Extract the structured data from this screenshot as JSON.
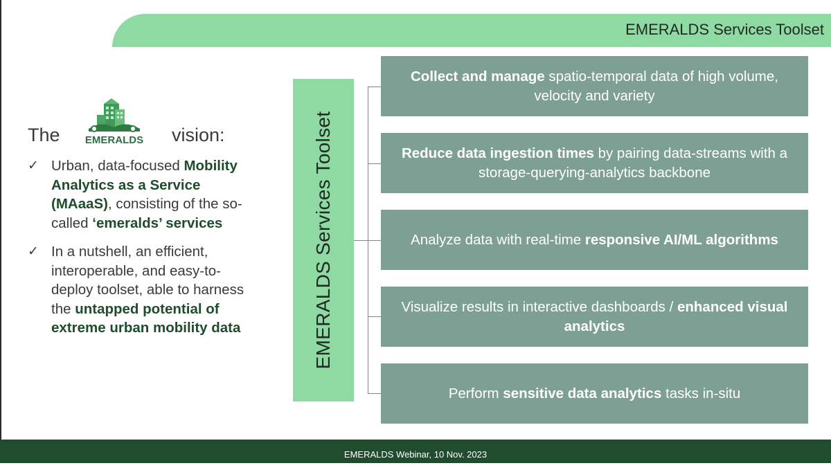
{
  "header": {
    "title": "EMERALDS Services Toolset"
  },
  "logo": {
    "text": "EMERALDS",
    "icon": "emeralds-city-logo"
  },
  "vision": {
    "prefix": "The",
    "suffix": "vision:"
  },
  "bullets": [
    {
      "t1": "Urban, data-focused ",
      "b1": "Mobility Analytics as a Service (MAaaS)",
      "t2": ", consisting of the so-called ",
      "b2": "‘emeralds’ services",
      "t3": ""
    },
    {
      "t1": "In a nutshell, an efficient, interoperable, and easy-to-deploy toolset, able to harness the ",
      "b1": "untapped potential of extreme urban mobility data",
      "t2": "",
      "b2": "",
      "t3": ""
    }
  ],
  "toolset_label": "EMERALDS Services Toolset",
  "services": [
    {
      "b1": "Collect and manage",
      "t1": " spatio-temporal data of high volume, velocity and variety",
      "b2": "",
      "t2": ""
    },
    {
      "b1": "Reduce data ingestion times",
      "t1": " by pairing data-streams with a storage-querying-analytics backbone",
      "b2": "",
      "t2": ""
    },
    {
      "t0": "Analyze data with real-time ",
      "b1": "responsive AI/ML algorithms",
      "t1": "",
      "b2": "",
      "t2": ""
    },
    {
      "t0": "Visualize results in interactive dashboards / ",
      "b1": "enhanced visual analytics",
      "t1": "",
      "b2": "",
      "t2": ""
    },
    {
      "t0": "Perform ",
      "b1": "sensitive data analytics",
      "t1": " tasks in-situ",
      "b2": "",
      "t2": ""
    }
  ],
  "footer": {
    "text": "EMERALDS Webinar, 10 Nov. 2023"
  },
  "colors": {
    "banner": "#8fd9a2",
    "service_box": "#7d9f94",
    "footer": "#1f4d2e",
    "highlight": "#1f4d2c"
  }
}
